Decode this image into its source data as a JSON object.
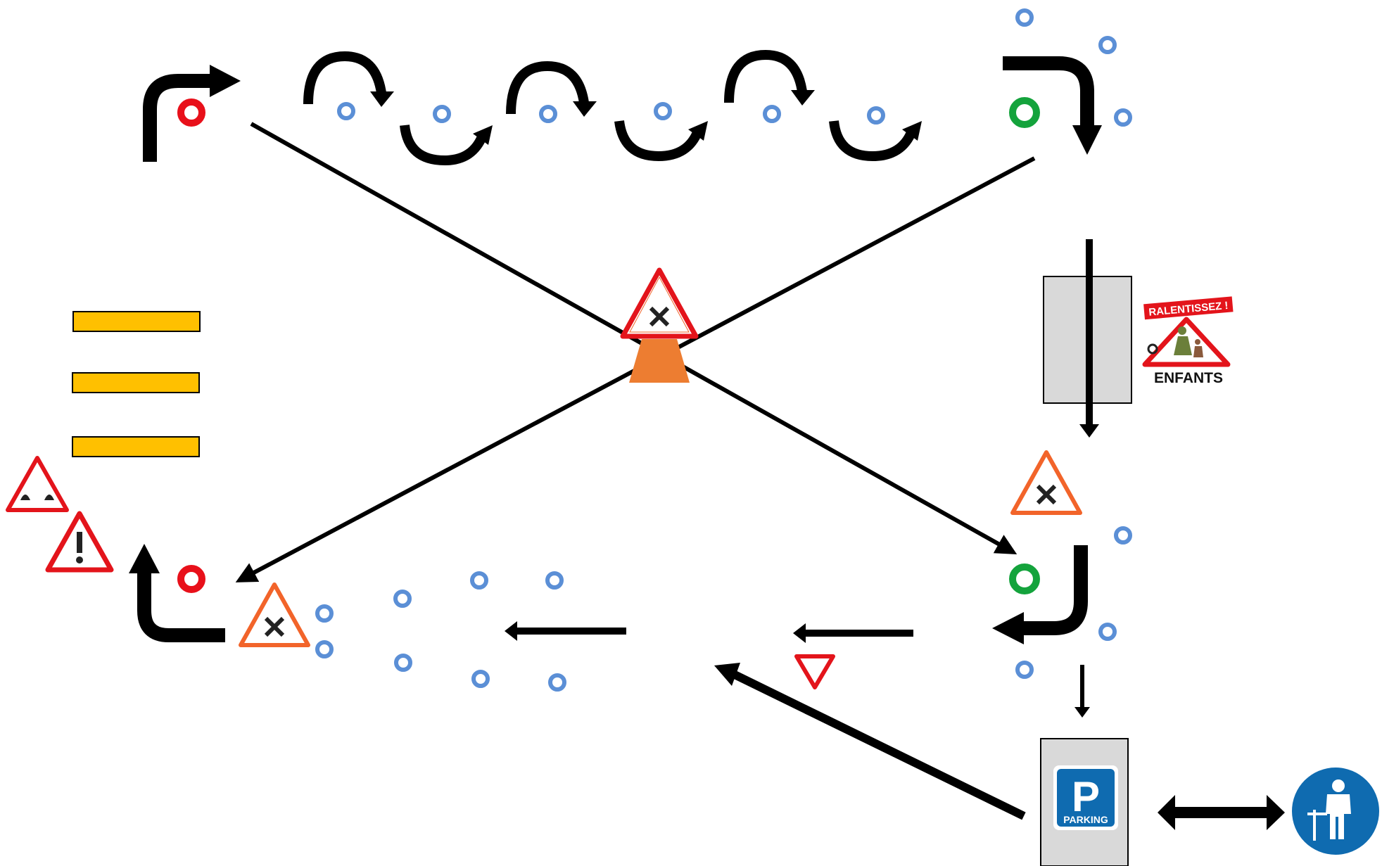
{
  "diagram": {
    "colors": {
      "arrow": "#000000",
      "cone_marker": "#5b8fd6",
      "start_marker": "#e8101a",
      "end_marker": "#14a33c",
      "sign_red": "#e3141b",
      "sign_orange": "#f2642a",
      "crosswalk": "#ffc000",
      "plot_gray": "#d9d9d9",
      "traffic_cone": "#ed7d31",
      "blue_sign": "#0f6bb0"
    },
    "signs": {
      "school_banner": "RALENTISSEZ !",
      "school_label": "ENFANTS",
      "parking_label": "PARKING",
      "parking_letter": "P"
    }
  }
}
